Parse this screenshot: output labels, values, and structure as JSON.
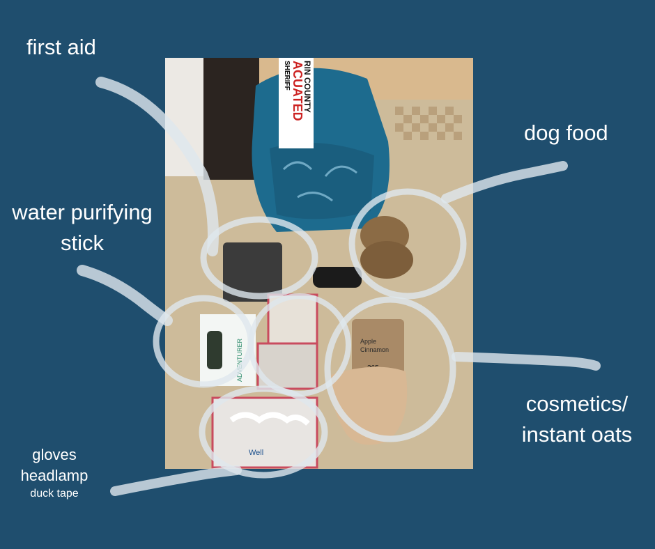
{
  "labels": {
    "first_aid": "first aid",
    "dog_food": "dog food",
    "water_line1": "water purifying",
    "water_line2": "stick",
    "cosmetics_line1": "cosmetics/",
    "cosmetics_line2": "instant oats",
    "gloves": "gloves",
    "headlamp": "headlamp",
    "duck_tape": "duck tape"
  },
  "photo": {
    "sign_line1": "RIN COUNTY",
    "sign_line2": "ACUATED",
    "sign_line3": "SHERIFF",
    "oats_line1": "Apple",
    "oats_line2": "Cinnamon",
    "oats_brand": "365",
    "purifier_brand": "ADVENTURER",
    "tape_text": "Well"
  },
  "colors": {
    "background": "#1f4e6e",
    "text": "#ffffff",
    "brush": "#dfe7ee",
    "backpack": "#1d6b8e",
    "floor": "#cdbb9a"
  }
}
